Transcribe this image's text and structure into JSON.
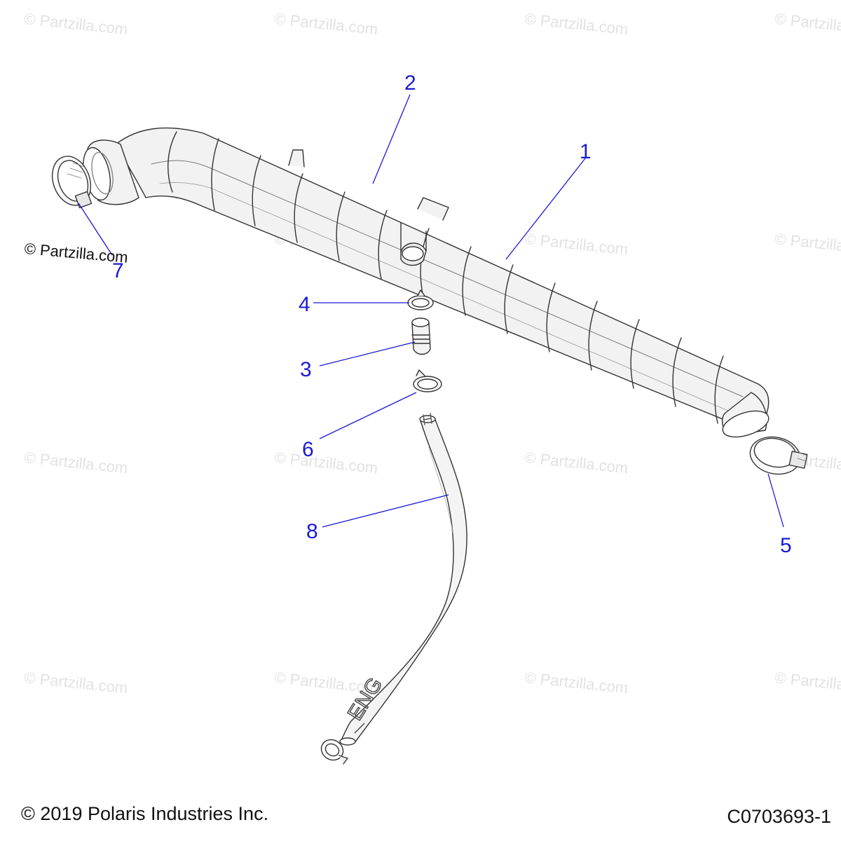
{
  "watermark_text": "© Partzilla.com",
  "brand_text": "© Partzilla.com",
  "copyright": "© 2019 Polaris Industries Inc.",
  "diagram_code": "C0703693-1",
  "hose_print": "ENG",
  "callout_color": "#1a1ad6",
  "callouts": [
    {
      "label": "1"
    },
    {
      "label": "2"
    },
    {
      "label": "3"
    },
    {
      "label": "4"
    },
    {
      "label": "5"
    },
    {
      "label": "6"
    },
    {
      "label": "7"
    },
    {
      "label": "8"
    }
  ]
}
